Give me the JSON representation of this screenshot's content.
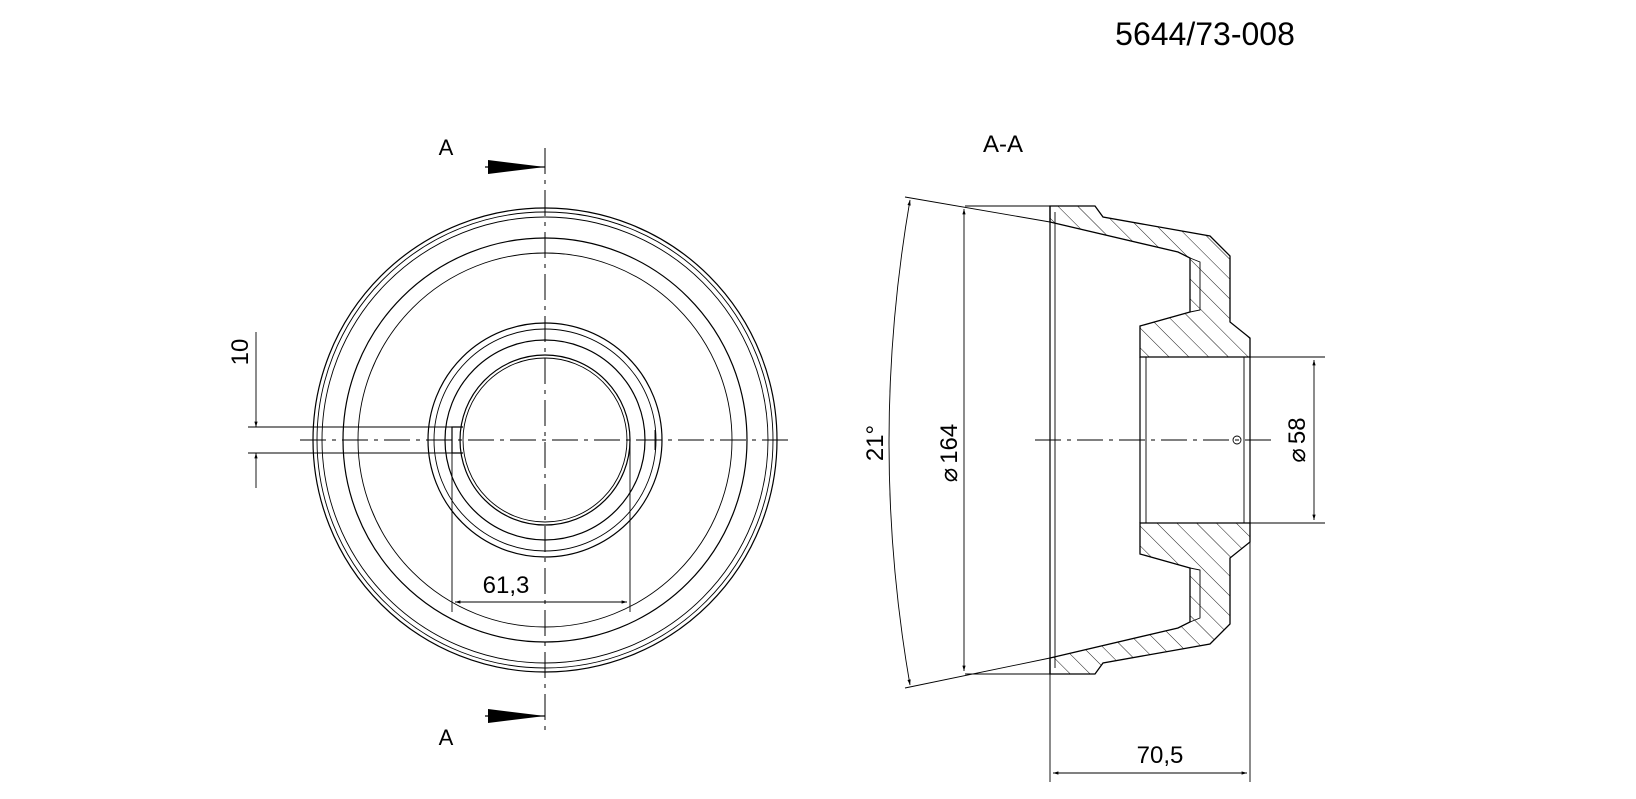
{
  "drawing": {
    "number": "5644/73-008",
    "section_view_label": "A-A",
    "section_marker_top": "A",
    "section_marker_bottom": "A"
  },
  "dimensions": {
    "keyway_width": "10",
    "keyway_depth": "61,3",
    "cone_angle": "21°",
    "outer_diameter_symbol": "⌀",
    "outer_diameter_value": "164",
    "bore_diameter_symbol": "⌀",
    "bore_diameter_value": "58",
    "overall_length": "70,5"
  }
}
